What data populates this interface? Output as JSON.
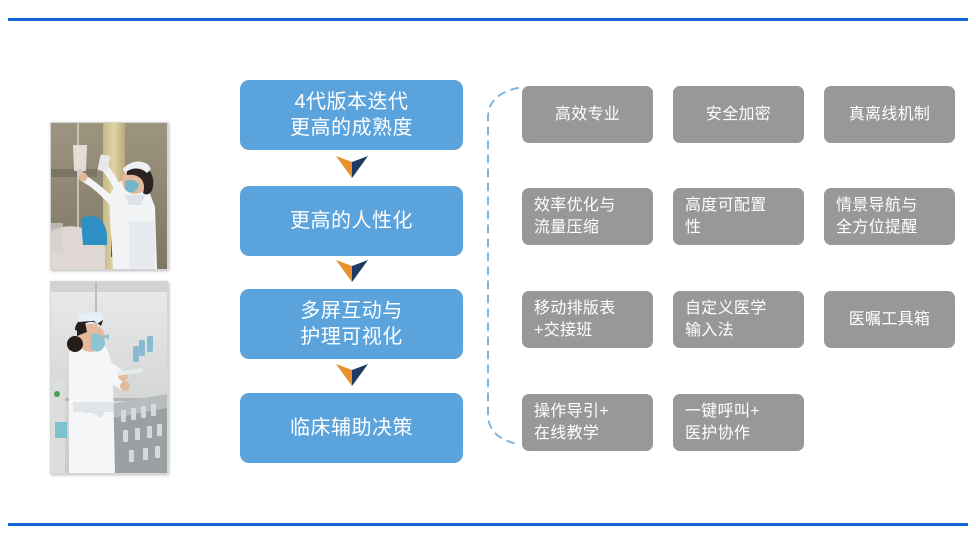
{
  "slide": {
    "background_color": "#ffffff",
    "rule_color": "#1565D8",
    "accent_blue": "#5BA3DC",
    "accent_gray": "#989898",
    "arrow_orange": "#E8902A",
    "arrow_navy": "#1F3864",
    "bracket_color": "#7FB6E0"
  },
  "photos": [
    {
      "name": "nurse-scanning-iv-bag-photo",
      "alt": "Nurse in white coat, blue mask and cap scanning an IV infusion bag with a handheld scanner at a patient bedside"
    },
    {
      "name": "nurse-preparing-medication-photo",
      "alt": "Nurse in profile wearing nurse cap and surgical mask preparing medication vials on a tray"
    }
  ],
  "flow": {
    "steps": [
      {
        "id": "step-1",
        "label": "4代版本迭代\n更高的成熟度"
      },
      {
        "id": "step-2",
        "label": "更高的人性化"
      },
      {
        "id": "step-3",
        "label": "多屏互动与\n护理可视化"
      },
      {
        "id": "step-4",
        "label": "临床辅助决策"
      }
    ],
    "connector_icon": "chevron-down-icon"
  },
  "features": {
    "rows": [
      [
        {
          "id": "feature-1-1",
          "label": "高效专业",
          "align": "center"
        },
        {
          "id": "feature-1-2",
          "label": "安全加密",
          "align": "center"
        },
        {
          "id": "feature-1-3",
          "label": "真离线机制",
          "align": "center"
        }
      ],
      [
        {
          "id": "feature-2-1",
          "label": "效率优化与\n流量压缩",
          "align": "left"
        },
        {
          "id": "feature-2-2",
          "label": "高度可配置\n性",
          "align": "left"
        },
        {
          "id": "feature-2-3",
          "label": "情景导航与\n全方位提醒",
          "align": "left"
        }
      ],
      [
        {
          "id": "feature-3-1",
          "label": "移动排版表\n+交接班",
          "align": "left"
        },
        {
          "id": "feature-3-2",
          "label": "自定义医学\n输入法",
          "align": "left"
        },
        {
          "id": "feature-3-3",
          "label": "医嘱工具箱",
          "align": "center"
        }
      ],
      [
        {
          "id": "feature-4-1",
          "label": "操作导引+\n在线教学",
          "align": "left"
        },
        {
          "id": "feature-4-2",
          "label": "一键呼叫+\n医护协作",
          "align": "left"
        },
        {
          "id": "feature-4-3",
          "label": "",
          "align": "center"
        }
      ]
    ]
  }
}
